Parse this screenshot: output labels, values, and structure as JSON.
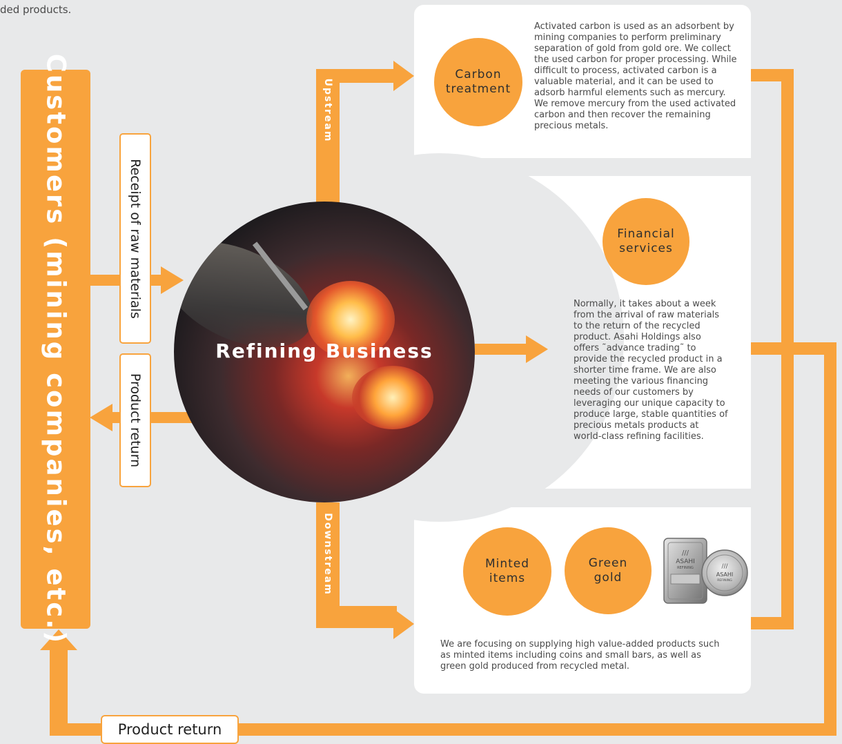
{
  "intro_fragment": "ded products.",
  "customers_label": "Customers (mining companies, etc.)",
  "receipt_label": "Receipt of raw materials",
  "product_return_label": "Product return",
  "product_return_bottom_label": "Product return",
  "center_title": "Refining Business",
  "upstream_label": "Upstream",
  "downstream_label": "Downstream",
  "carbon": {
    "title_line1": "Carbon",
    "title_line2": "treatment",
    "description": "Activated carbon is used as an adsorbent by mining companies to perform preliminary separation of gold from gold ore. We collect the used carbon for proper processing. While difficult to process, activated carbon is a valuable material, and it can be used to adsorb harmful elements such as mercury. We remove mercury from the used activated carbon and then recover the remaining precious metals."
  },
  "financial": {
    "title_line1": "Financial",
    "title_line2": "services",
    "description": "Normally, it takes about a week from the arrival of raw materials to the return of the recycled product. Asahi Holdings also offers ˜advance trading˜ to provide the recycled product in a shorter time frame. We are also meeting the various financing needs of our customers by leveraging our unique capacity to produce large, stable quantities of precious metals products at world-class refining facilities."
  },
  "minted": {
    "title_line1": "Minted",
    "title_line2": "items"
  },
  "green_gold": {
    "title_line1": "Green",
    "title_line2": "gold"
  },
  "products_description": "We are focusing on supplying high value-added products such as minted items including coins and small bars, as well as green gold produced from recycled metal.",
  "product_image": {
    "bar_logo": "ASAHI",
    "bar_sub": "REFINING",
    "coin_logo": "ASAHI",
    "coin_sub": "REFINING"
  },
  "colors": {
    "orange": "#f8a33d",
    "background": "#e8e9ea",
    "panel": "#ffffff"
  }
}
